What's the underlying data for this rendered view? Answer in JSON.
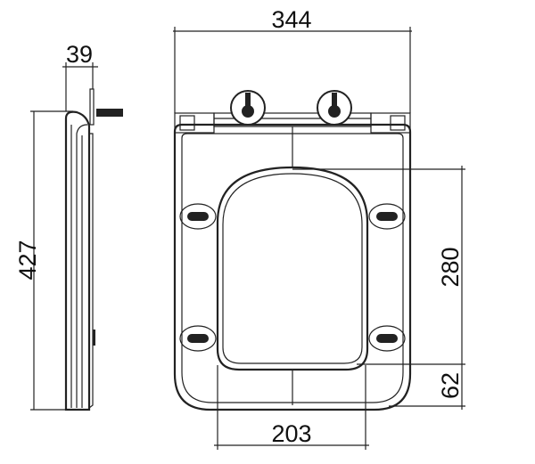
{
  "dimensions": {
    "overall_width": "344",
    "side_depth": "39",
    "overall_length": "427",
    "opening_length": "280",
    "rear_offset": "62",
    "opening_width": "203"
  },
  "colors": {
    "line": "#222222",
    "background": "#ffffff"
  }
}
